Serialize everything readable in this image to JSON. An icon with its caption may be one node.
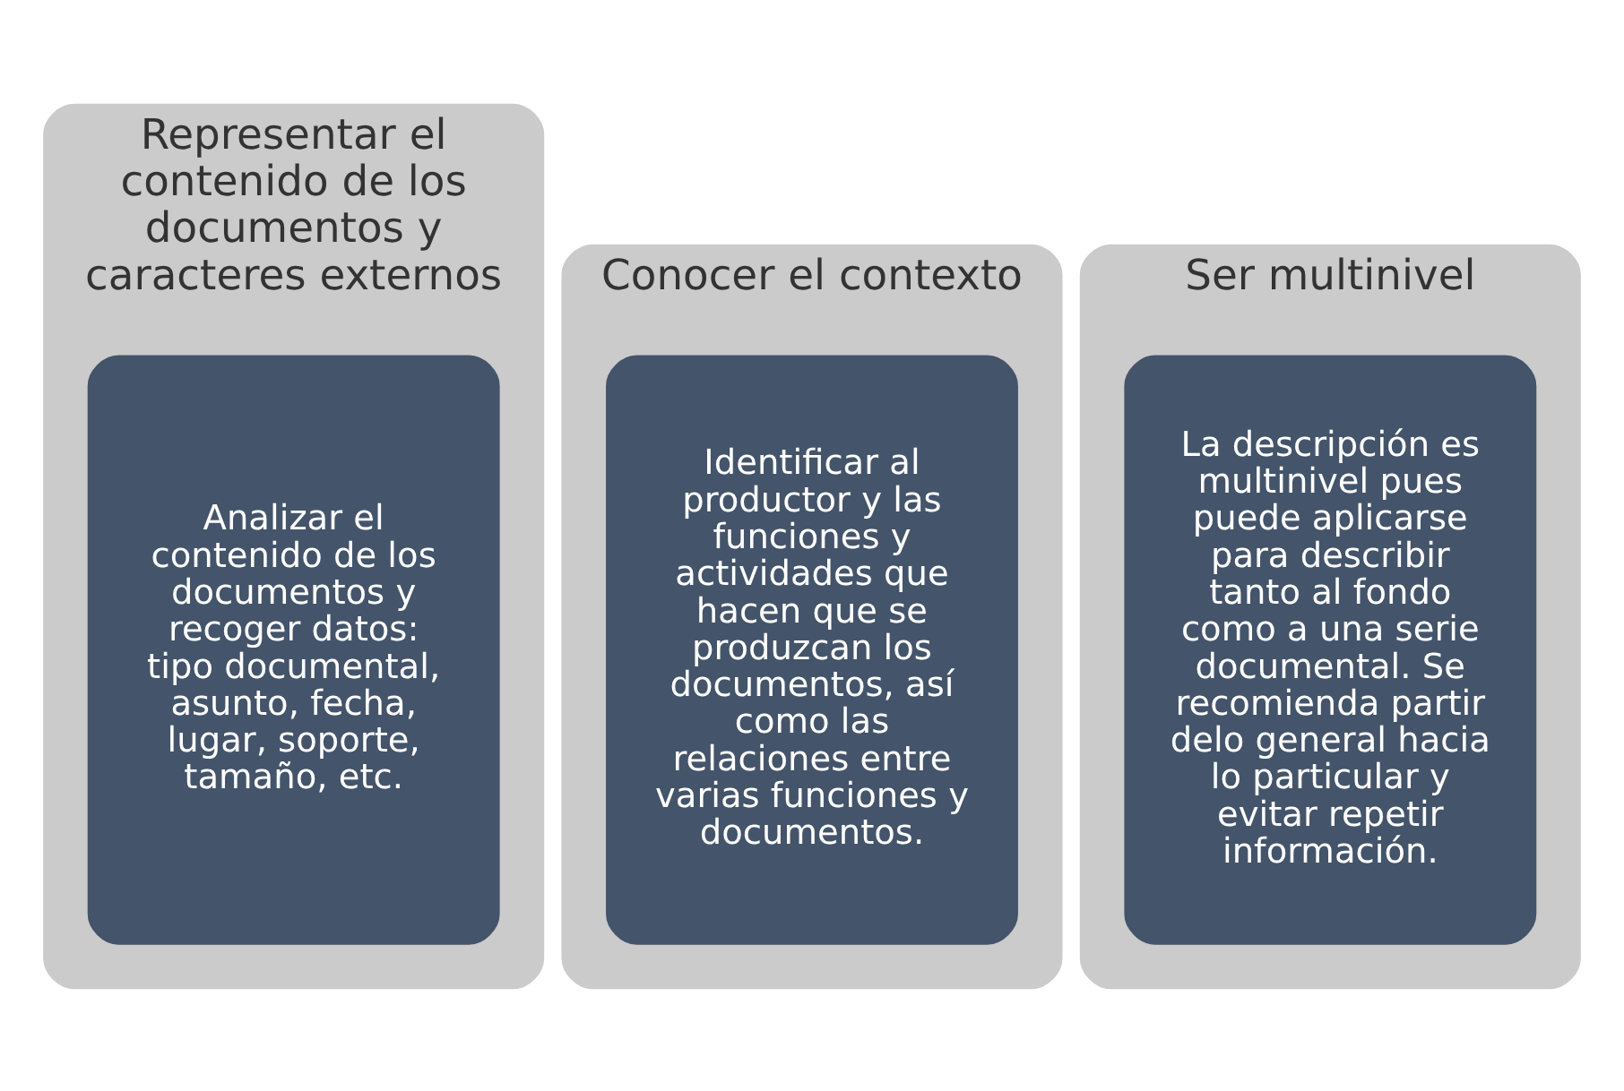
{
  "diagram": {
    "nodes": [
      {
        "text": [
          "Representar el contenido de los documentos y caracteres externos"
        ]
      },
      {
        "text": [
          "Analizar el contenido de los documentos y recoger datos: tipo documental, asunto, fecha, lugar, soporte, tamaño, etc."
        ],
        "in": 0
      },
      {
        "text": [
          "Conocer el contexto"
        ]
      },
      {
        "text": [
          "Identificar al productor y las funciones y actividades que hacen que se produzcan los documentos, así como las relaciones entre varias funciones y documentos."
        ],
        "in": 2
      },
      {
        "text": [
          "Ser multinivel"
        ]
      },
      {
        "text": [
          "La descripción es multinivel pues puede aplicarse para describir tanto al fondo como a una serie documental. Se recomienda partir delo general hacia lo particular y evitar repetir información."
        ],
        "in": 4
      }
    ]
  }
}
